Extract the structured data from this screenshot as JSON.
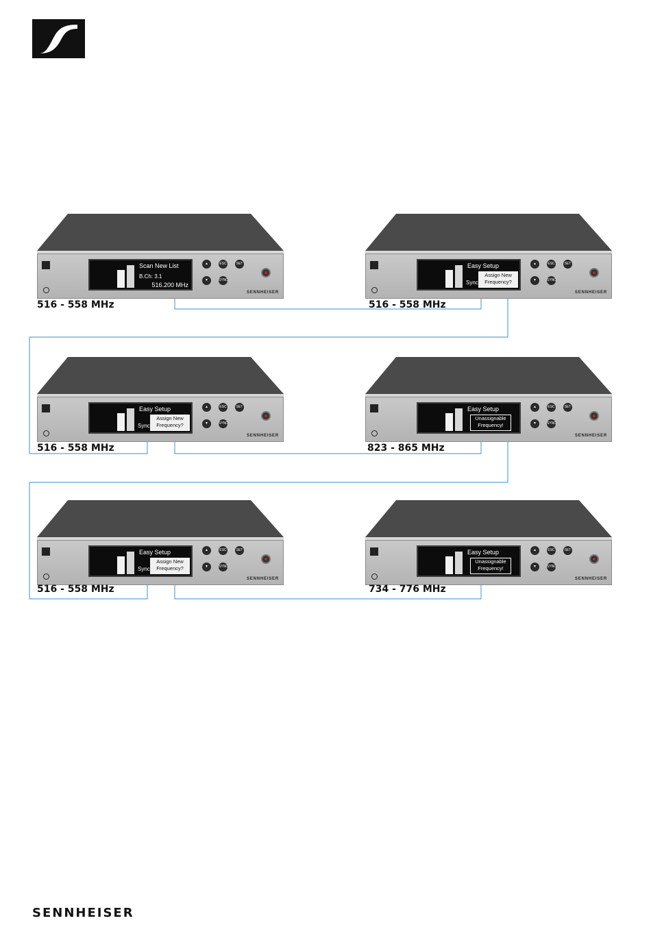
{
  "brand": {
    "footer": "SENNHEISER",
    "device_brand": "SENNHEISER"
  },
  "device_buttons": {
    "esc": "ESC",
    "set": "SET",
    "sync": "SYNC"
  },
  "devices": [
    {
      "screen_title": "Scan New List",
      "screen_line2": "B.Ch:",
      "screen_line2_value": "3.1",
      "screen_line3": "516.200 MHz",
      "frequency": "516 - 558 MHz"
    },
    {
      "screen_title": "Easy Setup",
      "sync_label": "Sync",
      "message": "Assign New Frequency?",
      "frequency": "516 - 558 MHz"
    },
    {
      "screen_title": "Easy Setup",
      "sync_label": "Sync",
      "message": "Assign New Frequency?",
      "frequency": "516 - 558 MHz"
    },
    {
      "screen_title": "Easy Setup",
      "message": "Unassignable Frequency!",
      "frequency": "823 - 865 MHz"
    },
    {
      "screen_title": "Easy Setup",
      "sync_label": "Sync",
      "message": "Assign New Frequency?",
      "frequency": "516 - 558 MHz"
    },
    {
      "screen_title": "Easy Setup",
      "message": "Unassignable Frequency!",
      "frequency": "734 - 776 MHz"
    }
  ],
  "colors": {
    "connector": "#5aa6d6",
    "device_front": "#c0c0c0",
    "device_top": "#4a4a4a"
  }
}
